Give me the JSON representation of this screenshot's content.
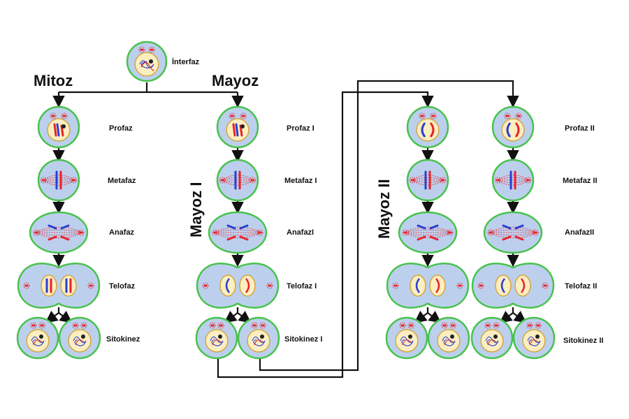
{
  "colors": {
    "cell_fill": "#bcd0ee",
    "cell_border": "#48c24c",
    "nucleus_fill": "#fbeec0",
    "chromosome_red": "#e8232a",
    "chromosome_blue": "#2a3fd0",
    "spindle": "#e8232a"
  },
  "labels": {
    "interfaz": "İnterfaz",
    "mitoz": "Mitoz",
    "mayoz": "Mayoz",
    "mayoz_1": "Mayoz I",
    "mayoz_2": "Mayoz II"
  },
  "mitoz_stages": [
    "Profaz",
    "Metafaz",
    "Anafaz",
    "Telofaz",
    "Sitokinez"
  ],
  "mayoz1_stages": [
    "Profaz I",
    "Metafaz I",
    "AnafazI",
    "Telofaz I",
    "Sitokinez I"
  ],
  "mayoz2_stages": [
    "Profaz II",
    "Metafaz II",
    "AnafazII",
    "Telofaz II",
    "Sitokinez II"
  ]
}
